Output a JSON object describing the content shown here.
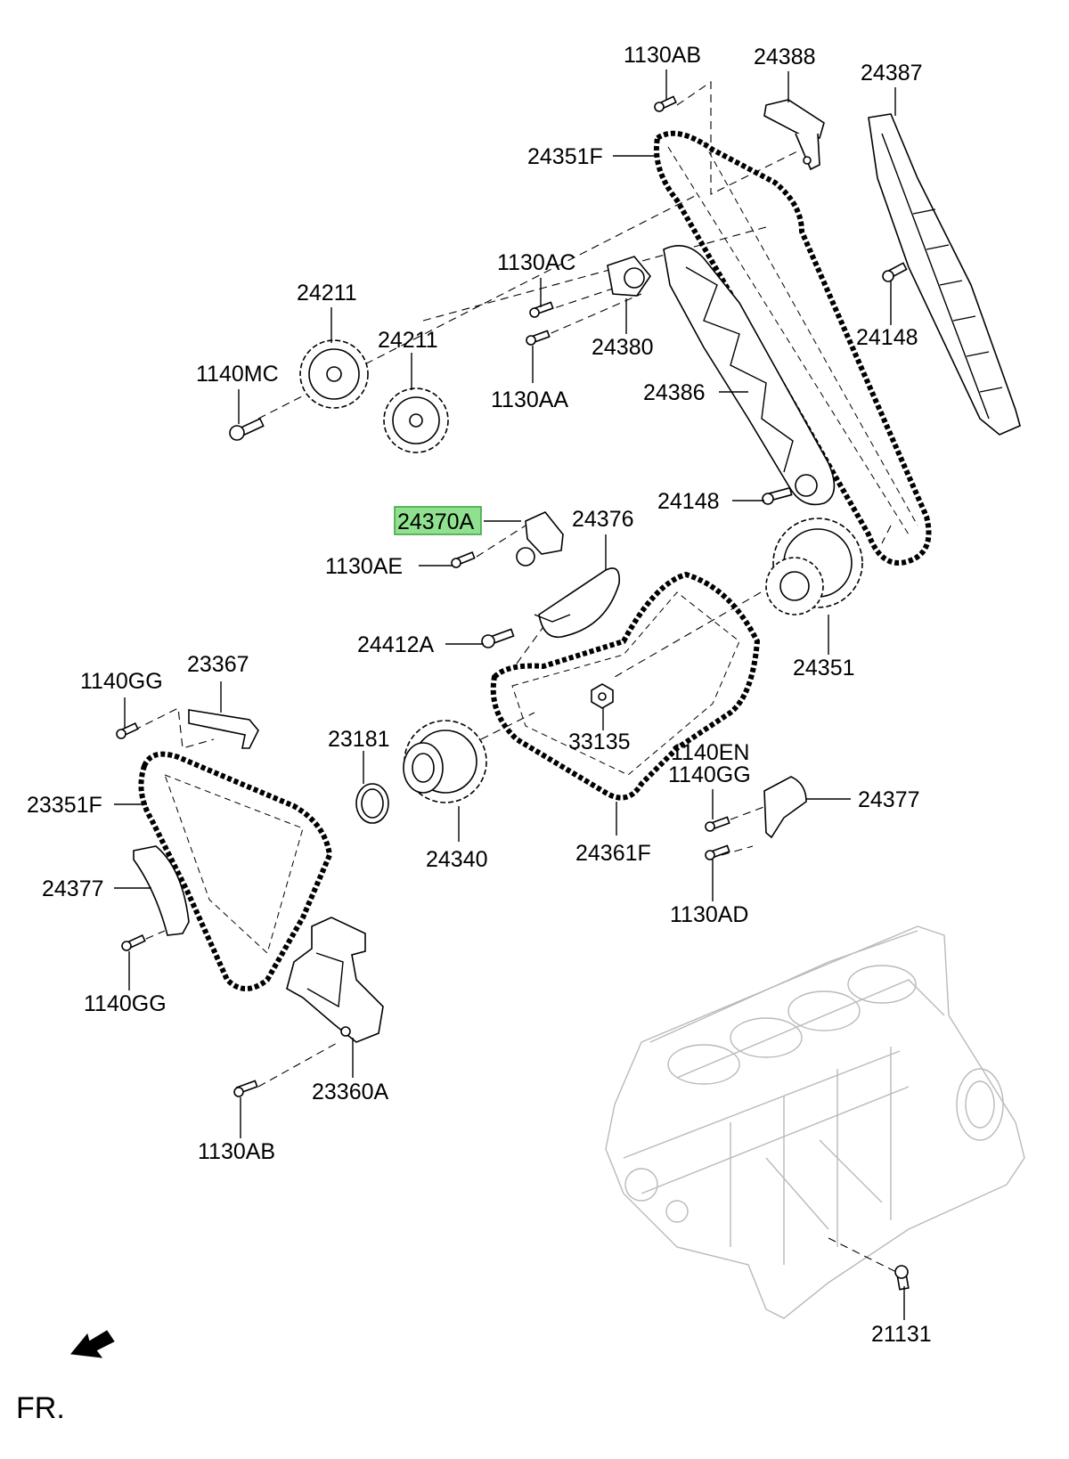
{
  "diagram": {
    "highlighted_part": "24370A",
    "direction_label": "FR.",
    "labels": {
      "l_1130AB_top": "1130AB",
      "l_24388": "24388",
      "l_24387": "24387",
      "l_24351F": "24351F",
      "l_1130AC": "1130AC",
      "l_24211_left": "24211",
      "l_24211_right": "24211",
      "l_1140MC": "1140MC",
      "l_24380": "24380",
      "l_1130AA": "1130AA",
      "l_24386": "24386",
      "l_24148_top": "24148",
      "l_24148_bottom": "24148",
      "l_24370A": "24370A",
      "l_24376": "24376",
      "l_1130AE": "1130AE",
      "l_24412A": "24412A",
      "l_24351": "24351",
      "l_23367": "23367",
      "l_1140GG_top": "1140GG",
      "l_23181": "23181",
      "l_33135": "33135",
      "l_1140EN": "1140EN",
      "l_1140GG_mid": "1140GG",
      "l_23351F": "23351F",
      "l_24377_right": "24377",
      "l_24340": "24340",
      "l_24361F": "24361F",
      "l_24377_left": "24377",
      "l_1130AD": "1130AD",
      "l_1140GG_bottom": "1140GG",
      "l_23360A": "23360A",
      "l_1130AB_bottom": "1130AB",
      "l_21131": "21131"
    }
  }
}
